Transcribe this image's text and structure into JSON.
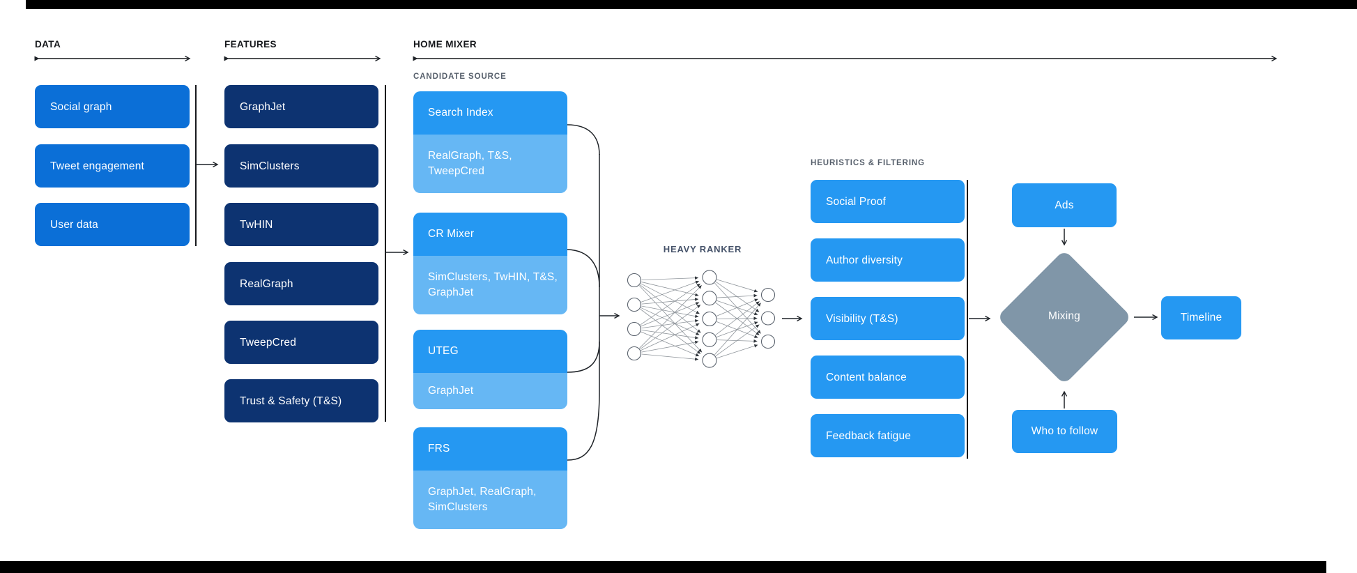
{
  "palette": {
    "data_box_blue": "#0b6fd7",
    "feature_box_navy": "#0d3371",
    "mixer_box_blue": "#2598f2",
    "mixer_subbox_blue": "#66b7f4",
    "mixing_diamond_gray": "#8096a8",
    "frame_bar_black": "#000000",
    "section_label_gray": "#57606c",
    "heavy_ranker_label_color": "#46536a",
    "header_text_black": "#16181c"
  },
  "headers": {
    "data": "DATA",
    "features": "FEATURES",
    "home_mixer": "HOME MIXER"
  },
  "data_section": {
    "items": [
      "Social graph",
      "Tweet engagement",
      "User data"
    ]
  },
  "features_section": {
    "items": [
      "GraphJet",
      "SimClusters",
      "TwHIN",
      "RealGraph",
      "TweepCred",
      "Trust & Safety (T&S)"
    ]
  },
  "candidate_source": {
    "label": "CANDIDATE SOURCE",
    "items": [
      {
        "name": "Search Index",
        "sub": "RealGraph, T&S, TweepCred"
      },
      {
        "name": "CR Mixer",
        "sub": "SimClusters, TwHIN, T&S, GraphJet"
      },
      {
        "name": "UTEG",
        "sub": "GraphJet"
      },
      {
        "name": "FRS",
        "sub": "GraphJet, RealGraph, SimClusters"
      }
    ]
  },
  "heavy_ranker": {
    "label": "HEAVY RANKER",
    "layers": [
      4,
      5,
      3
    ]
  },
  "heuristics": {
    "label": "HEURISTICS & FILTERING",
    "items": [
      "Social Proof",
      "Author diversity",
      "Visibility (T&S)",
      "Content balance",
      "Feedback fatigue"
    ]
  },
  "mixing": {
    "ads": "Ads",
    "who_to_follow": "Who to follow",
    "diamond": "Mixing",
    "timeline": "Timeline"
  }
}
